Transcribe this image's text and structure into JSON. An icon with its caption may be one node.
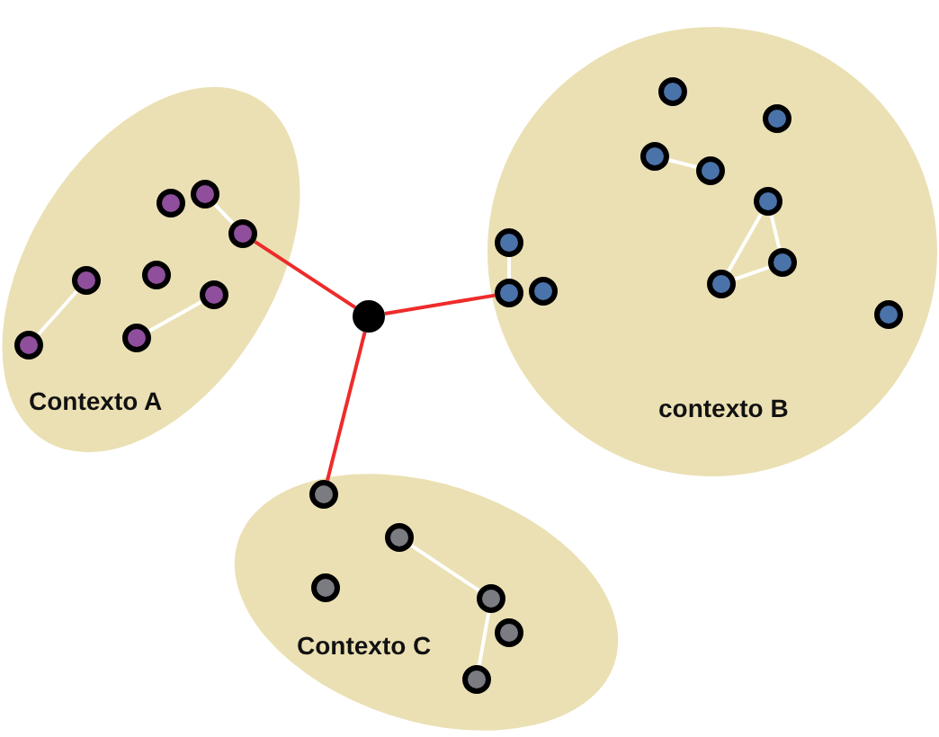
{
  "diagram": {
    "nodes": [
      {
        "text": [
          "Contexto A"
        ]
      },
      {
        "text": [],
        "shape": "circle",
        "in": 0
      },
      {
        "text": [],
        "shape": "circle",
        "in": 0
      },
      {
        "text": [],
        "shape": "circle",
        "in": 0
      },
      {
        "text": [],
        "shape": "circle",
        "in": 0
      },
      {
        "text": [],
        "shape": "circle",
        "in": 0
      },
      {
        "text": [],
        "shape": "circle",
        "in": 0
      },
      {
        "text": [],
        "shape": "circle",
        "in": 0
      },
      {
        "text": [],
        "shape": "circle",
        "in": 0
      },
      {
        "text": [
          "contexto B"
        ]
      },
      {
        "text": [],
        "shape": "circle",
        "in": 9
      },
      {
        "text": [],
        "shape": "circle",
        "in": 9
      },
      {
        "text": [],
        "shape": "circle",
        "in": 9
      },
      {
        "text": [],
        "shape": "circle",
        "in": 9
      },
      {
        "text": [],
        "shape": "circle",
        "in": 9
      },
      {
        "text": [],
        "shape": "circle",
        "in": 9
      },
      {
        "text": [],
        "shape": "circle",
        "in": 9
      },
      {
        "text": [],
        "shape": "circle",
        "in": 9
      },
      {
        "text": [],
        "shape": "circle",
        "in": 9
      },
      {
        "text": [],
        "shape": "circle",
        "in": 9
      },
      {
        "text": [],
        "shape": "circle",
        "in": 9
      },
      {
        "text": [],
        "shape": "circle"
      },
      {
        "text": [
          "Contexto C"
        ]
      },
      {
        "text": [],
        "shape": "circle",
        "in": 22
      },
      {
        "text": [],
        "shape": "circle",
        "in": 22
      },
      {
        "text": [],
        "shape": "circle",
        "in": 22
      },
      {
        "text": [],
        "shape": "circle",
        "in": 22
      },
      {
        "text": [],
        "shape": "circle",
        "in": 22
      },
      {
        "text": [],
        "shape": "circle",
        "in": 22
      }
    ],
    "edges": [
      {
        "from": 2,
        "to": 3,
        "arrow": "none"
      },
      {
        "from": 4,
        "to": 7,
        "arrow": "none"
      },
      {
        "from": 6,
        "to": 8,
        "arrow": "none"
      },
      {
        "from": 3,
        "to": 21,
        "arrow": "none",
        "color": "#ee2b2b"
      },
      {
        "from": 12,
        "to": 13,
        "arrow": "none"
      },
      {
        "from": 14,
        "to": 16,
        "arrow": "none"
      },
      {
        "from": 14,
        "to": 19,
        "arrow": "none"
      },
      {
        "from": 19,
        "to": 16,
        "arrow": "none"
      },
      {
        "from": 15,
        "to": 17,
        "arrow": "none"
      },
      {
        "from": 17,
        "to": 21,
        "arrow": "none",
        "color": "#ee2b2b"
      },
      {
        "from": 23,
        "to": 21,
        "arrow": "none",
        "color": "#ee2b2b"
      },
      {
        "from": 24,
        "to": 26,
        "arrow": "none"
      },
      {
        "from": 26,
        "to": 28,
        "arrow": "none"
      }
    ]
  }
}
